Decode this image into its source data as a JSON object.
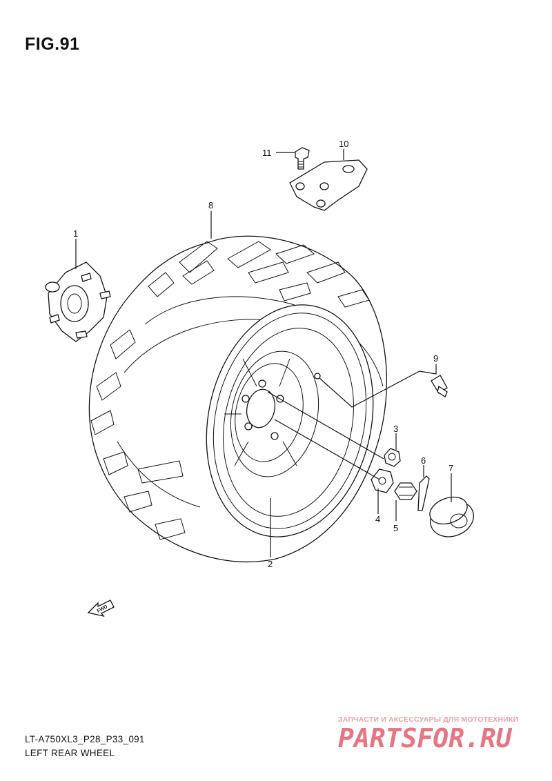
{
  "figure": {
    "title": "FIG.91",
    "code": "LT-A750XL3_P28_P33_091",
    "caption": "LEFT REAR WHEEL"
  },
  "callouts": [
    {
      "id": "1",
      "label": "1"
    },
    {
      "id": "2",
      "label": "2"
    },
    {
      "id": "3",
      "label": "3"
    },
    {
      "id": "4",
      "label": "4"
    },
    {
      "id": "5",
      "label": "5"
    },
    {
      "id": "6",
      "label": "6"
    },
    {
      "id": "7",
      "label": "7"
    },
    {
      "id": "8",
      "label": "8"
    },
    {
      "id": "9",
      "label": "9"
    },
    {
      "id": "10",
      "label": "10"
    },
    {
      "id": "11",
      "label": "11"
    }
  ],
  "direction_arrow": {
    "label": "FWD"
  },
  "watermark": {
    "tagline": "ЗАПЧАСТИ И АКСЕССУАРЫ ДЛЯ МОТОТЕХНИКИ",
    "brand": "PARTSFOR.RU",
    "color": "#e66675"
  }
}
